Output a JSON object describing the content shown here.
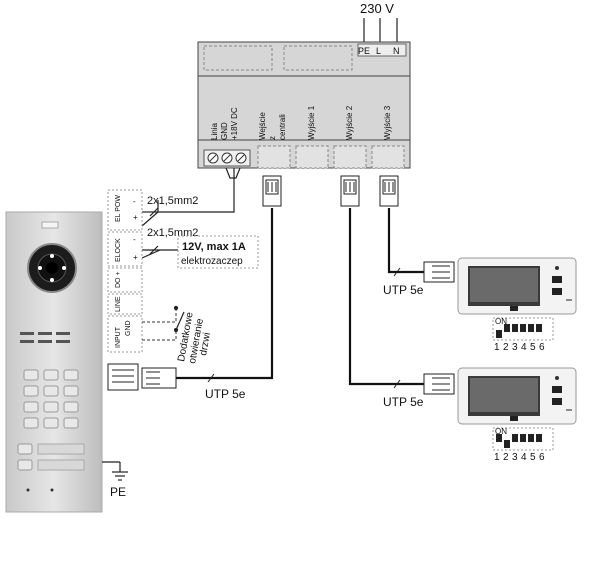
{
  "power": {
    "voltage": "230 V",
    "pe": "PE",
    "l": "L",
    "n": "N"
  },
  "central": {
    "term_linia": "Linia",
    "term_gnd": "GND",
    "term_18v": "+18V DC",
    "port_wejscie_z_centrali": [
      "Wejście",
      "z",
      "centrali"
    ],
    "port_wyjscie1": "Wyjście 1",
    "port_wyjscie2": "Wyjście 2",
    "port_wyjscie3": "Wyjście 3"
  },
  "cables": {
    "wire_el_pow": "2x1,5mm2",
    "wire_elock": "2x1,5mm2",
    "utp_panel": "UTP 5e",
    "utp_monitor1": "UTP 5e",
    "utp_monitor2": "UTP 5e"
  },
  "lock": {
    "spec": "12V, max 1A",
    "name": "elektrozaczep"
  },
  "terminal_block": {
    "el_pow": "EL POW",
    "elock": "ELOCK",
    "do_plus": "DO +",
    "line": "LINE",
    "input": "INPUT",
    "gnd": "GND",
    "plus": "+",
    "minus": "-"
  },
  "door_button": [
    "Dodatkowe",
    "otwieranie",
    "drzwi"
  ],
  "panel": {
    "pe": "PE"
  },
  "dip_switch": {
    "on": "ON",
    "numbers": [
      "1",
      "2",
      "3",
      "4",
      "5",
      "6"
    ]
  }
}
